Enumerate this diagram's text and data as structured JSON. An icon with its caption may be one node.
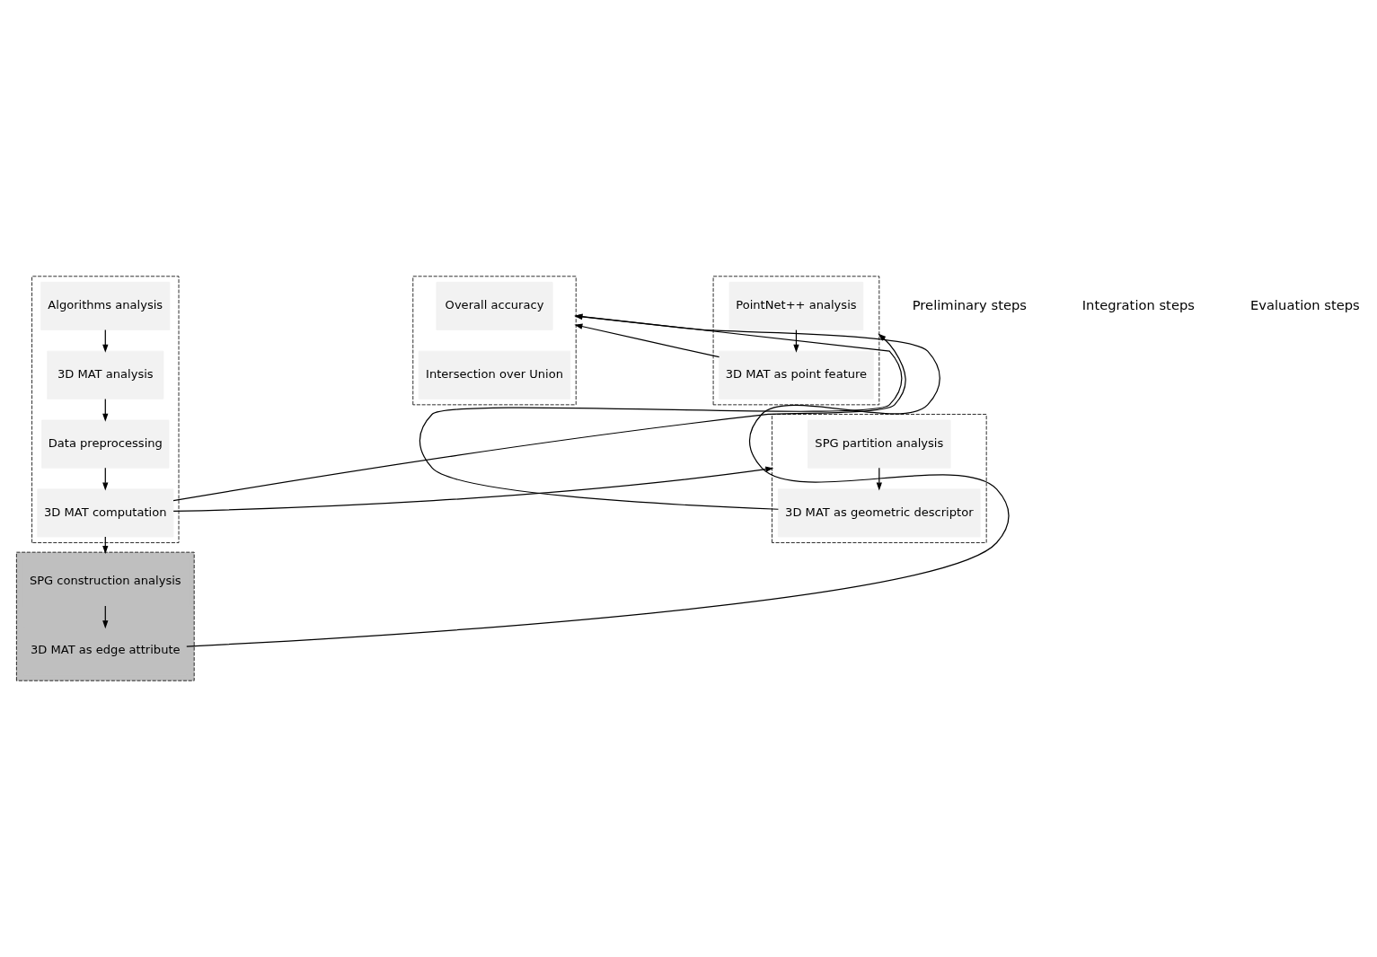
{
  "diagram": {
    "nodes": [
      {
        "text": [],
        "shape": "box"
      },
      {
        "text": [
          "Algorithms analysis"
        ],
        "in": 0
      },
      {
        "text": [
          "3D MAT analysis"
        ],
        "in": 0
      },
      {
        "text": [
          "Data preprocessing"
        ],
        "in": 0
      },
      {
        "text": [
          "3D MAT computation"
        ],
        "in": 0
      },
      {
        "text": [],
        "shape": "box"
      },
      {
        "text": [
          "PointNet++ analysis"
        ],
        "in": 5
      },
      {
        "text": [
          "3D MAT as point feature"
        ],
        "in": 5
      },
      {
        "text": [],
        "shape": "box"
      },
      {
        "text": [
          "SPG partition analysis"
        ],
        "in": 8
      },
      {
        "text": [
          "3D MAT as geometric descriptor"
        ],
        "in": 8
      },
      {
        "text": [],
        "shape": "box"
      },
      {
        "text": [
          "SPG construction analysis"
        ],
        "in": 11
      },
      {
        "text": [
          "3D MAT as edge attribute"
        ],
        "in": 11
      },
      {
        "text": [],
        "shape": "box"
      },
      {
        "text": [
          "Overall accuracy"
        ],
        "in": 14
      },
      {
        "text": [
          "Intersection over Union"
        ],
        "in": 14
      }
    ],
    "edges": [
      {
        "from": 1,
        "to": 2,
        "arrow": "to"
      },
      {
        "from": 2,
        "to": 3,
        "arrow": "to"
      },
      {
        "from": 3,
        "to": 4,
        "arrow": "to"
      },
      {
        "from": 4,
        "to": 5,
        "arrow": "to"
      },
      {
        "from": 4,
        "to": 8,
        "arrow": "to"
      },
      {
        "from": 4,
        "to": 11,
        "arrow": "to"
      },
      {
        "from": 6,
        "to": 7,
        "arrow": "to"
      },
      {
        "from": 9,
        "to": 10,
        "arrow": "to"
      },
      {
        "from": 12,
        "to": 13,
        "arrow": "to"
      },
      {
        "from": 7,
        "to": 14,
        "arrow": "to"
      },
      {
        "from": 10,
        "to": 14,
        "arrow": "to"
      },
      {
        "from": 13,
        "to": 14,
        "arrow": "to"
      }
    ],
    "labels": [
      "Preliminary steps",
      "Integration steps",
      "Evaluation steps"
    ]
  }
}
